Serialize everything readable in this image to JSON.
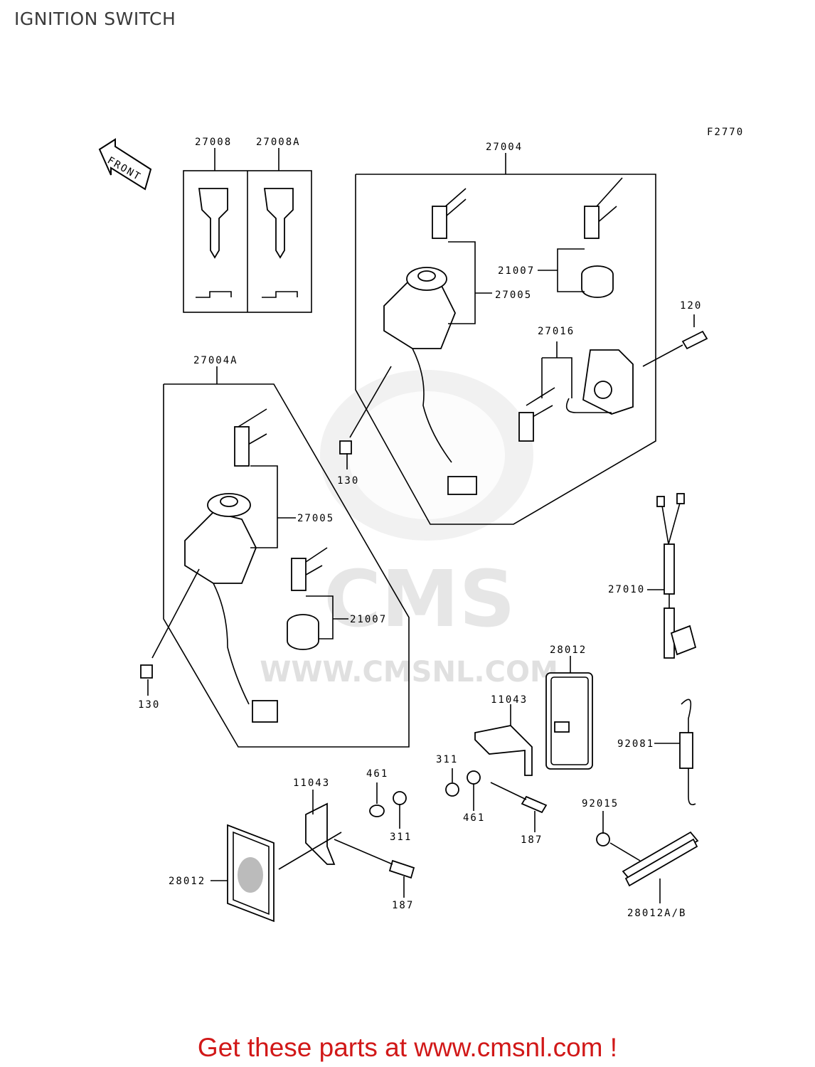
{
  "title": "IGNITION SWITCH",
  "figure_code": "F2770",
  "front_label": "FRONT",
  "watermark": "WWW.CMSNL.COM",
  "watermark_logo": "CMS",
  "footer": "Get these parts at www.cmsnl.com !",
  "parts": {
    "p27008": "27008",
    "p27008A": "27008A",
    "p27004": "27004",
    "p21007_top": "21007",
    "p27005_top": "27005",
    "p120": "120",
    "p27016": "27016",
    "p130_mid": "130",
    "p27004A": "27004A",
    "p27005_left": "27005",
    "p21007_left": "21007",
    "p130_left": "130",
    "p27010": "27010",
    "p28012_mid": "28012",
    "p11043_mid": "11043",
    "p92081": "92081",
    "p311_mid": "311",
    "p461_mid": "461",
    "p187_mid": "187",
    "p92015": "92015",
    "p461_low": "461",
    "p11043_low": "11043",
    "p311_low": "311",
    "p28012_left": "28012",
    "p187_low": "187",
    "p28012AB": "28012A/B"
  }
}
